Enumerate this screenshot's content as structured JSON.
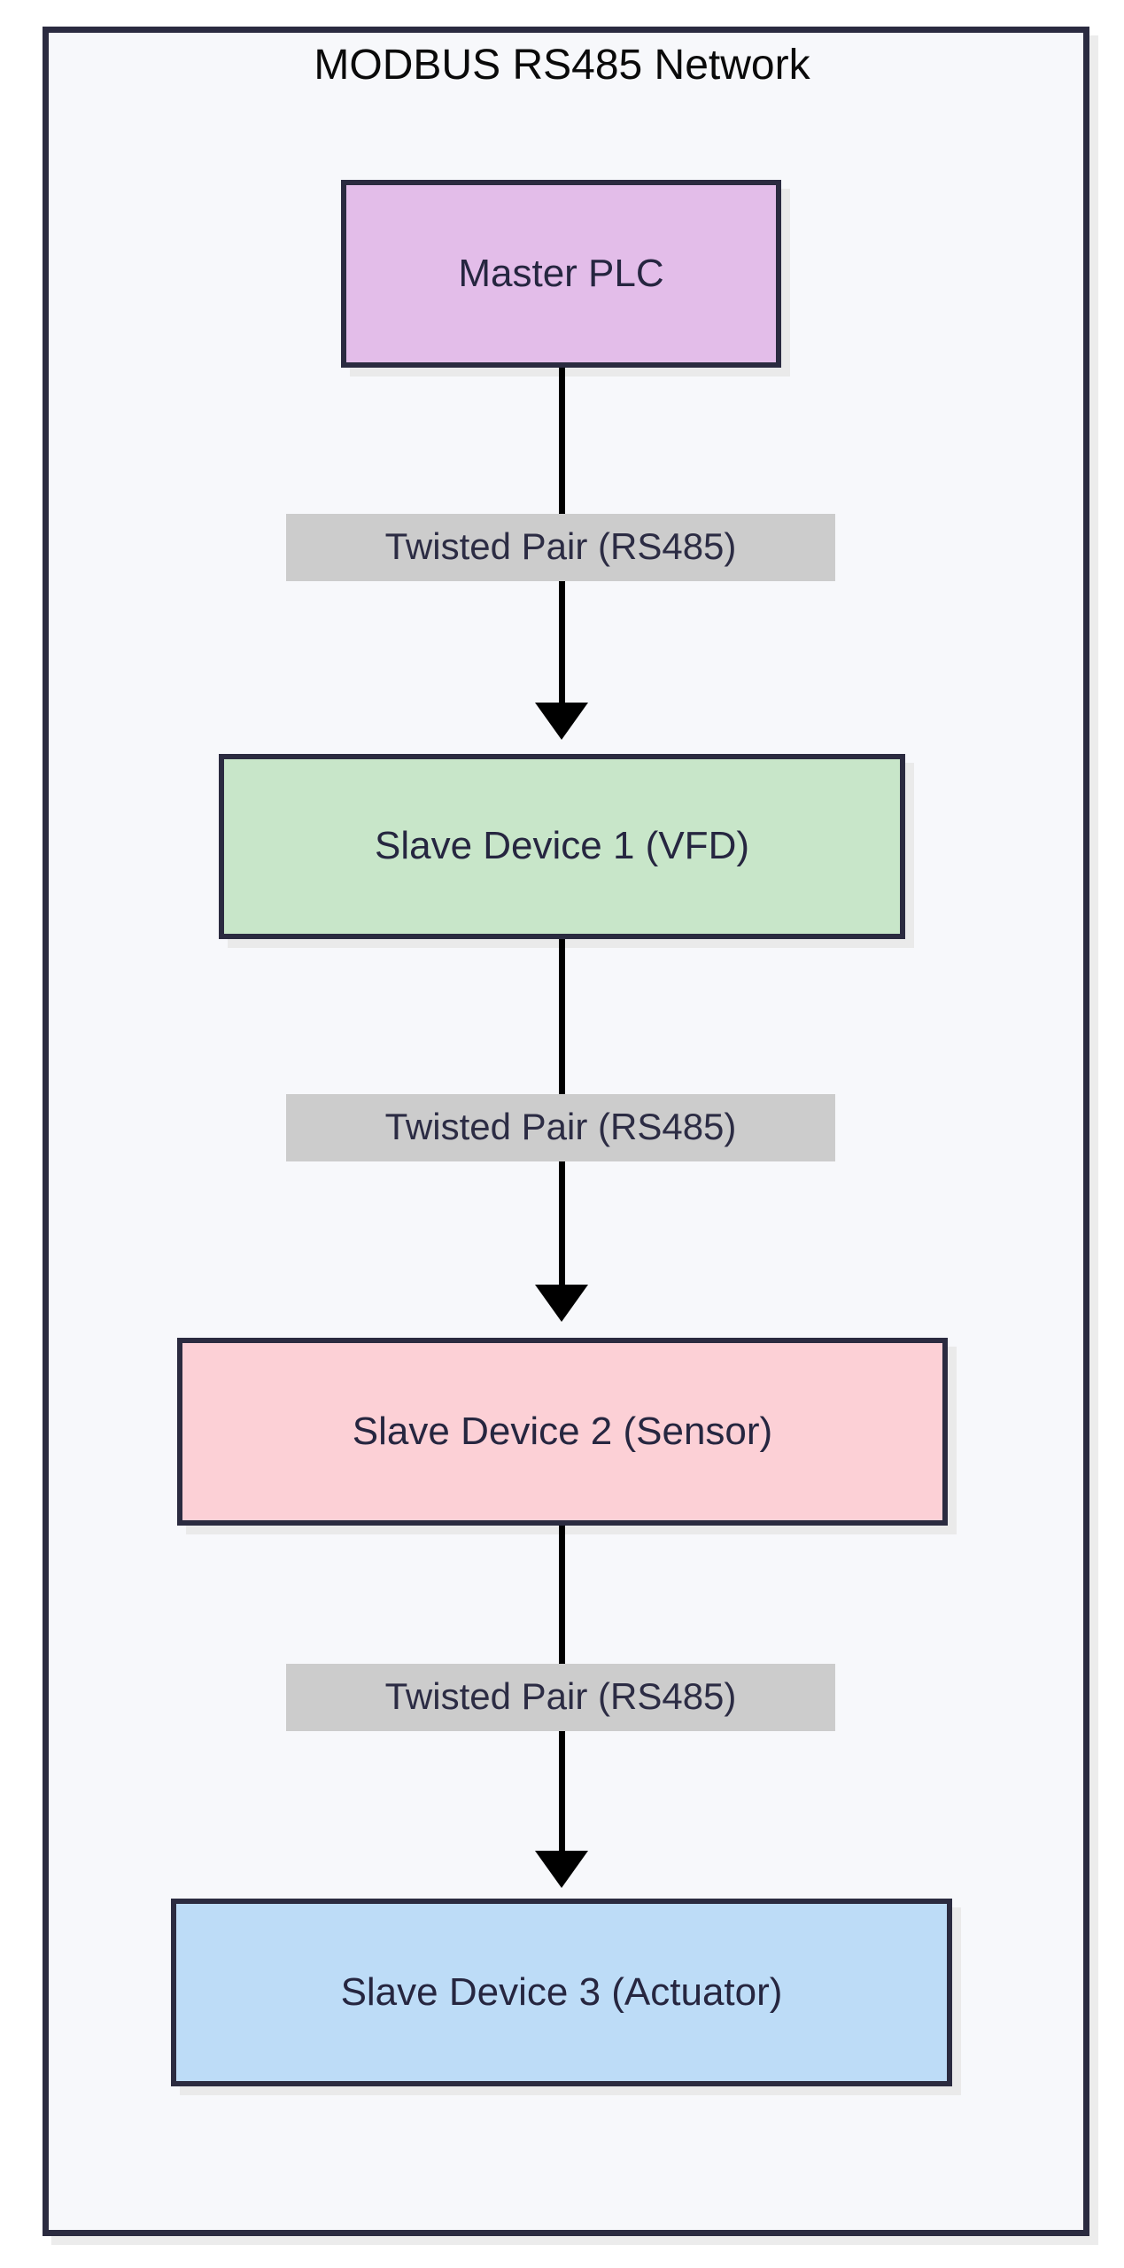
{
  "diagram": {
    "title": "MODBUS RS485 Network",
    "type": "flowchart",
    "direction": "top-to-bottom",
    "colors": {
      "panel_background": "#f7f8fb",
      "panel_border": "#2b2b40",
      "node_border": "#2b2b40",
      "node_text": "#262640",
      "title_text": "#0a0a0a",
      "edge_line": "#000000",
      "edge_label_background": "#cccccc",
      "edge_label_text": "#2c2c44",
      "shadow": "#eaeaea"
    },
    "nodes": [
      {
        "id": "master-plc",
        "label": "Master PLC",
        "fill": "#e3bde9",
        "role": "master"
      },
      {
        "id": "slave-device-1",
        "label": "Slave Device 1 (VFD)",
        "fill": "#c8e6c9",
        "role": "slave"
      },
      {
        "id": "slave-device-2",
        "label": "Slave Device 2 (Sensor)",
        "fill": "#fcd0d6",
        "role": "slave"
      },
      {
        "id": "slave-device-3",
        "label": "Slave Device 3 (Actuator)",
        "fill": "#bddcf7",
        "role": "slave"
      }
    ],
    "edges": [
      {
        "id": "edge-master-to-slave1",
        "from": "master-plc",
        "to": "slave-device-1",
        "label": "Twisted Pair (RS485)",
        "arrow": true
      },
      {
        "id": "edge-slave1-to-slave2",
        "from": "slave-device-1",
        "to": "slave-device-2",
        "label": "Twisted Pair (RS485)",
        "arrow": true
      },
      {
        "id": "edge-slave2-to-slave3",
        "from": "slave-device-2",
        "to": "slave-device-3",
        "label": "Twisted Pair (RS485)",
        "arrow": true
      }
    ]
  }
}
